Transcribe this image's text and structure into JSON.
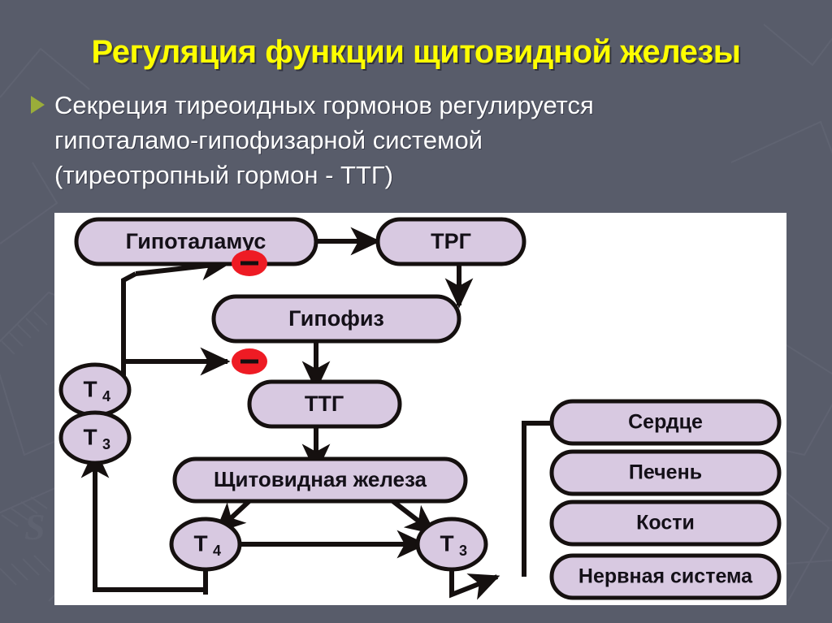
{
  "slide": {
    "background_color": "#585c6a",
    "title": "Регуляция функции щитовидной железы",
    "title_color": "#ffff00",
    "bullet_marker_color": "#9aad3a",
    "bullet_text": "Секреция тиреоидных гормонов регулируется\nгипоталамо-гипофизарной системой\n(тиреотропный гормон - ТТГ)"
  },
  "diagram": {
    "panel_background": "#ffffff",
    "node_fill": "#d8c9e1",
    "node_stroke": "#15100f",
    "inhibition_color": "#ee1b24",
    "nodes": {
      "hypothalamus": "Гипоталамус",
      "trh": "ТРГ",
      "pituitary": "Гипофиз",
      "tsh": "ТТГ",
      "thyroid": "Щитовидная железа",
      "t4_left": "T",
      "t4_left_sub": "4",
      "t3_left": "T",
      "t3_left_sub": "3",
      "t4_bottom": "T",
      "t4_bottom_sub": "4",
      "t3_bottom": "T",
      "t3_bottom_sub": "3",
      "inhibit_upper": "−",
      "inhibit_lower": "−"
    },
    "targets": [
      {
        "label": "Сердце"
      },
      {
        "label": "Печень"
      },
      {
        "label": "Кости"
      },
      {
        "label": "Нервная система"
      }
    ]
  }
}
